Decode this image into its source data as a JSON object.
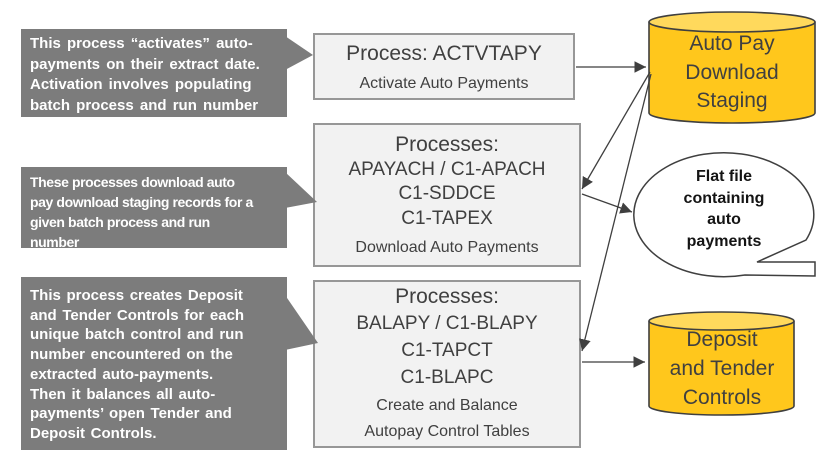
{
  "colors": {
    "callout_bg": "#7C7C7C",
    "callout_text": "#FFFFFF",
    "box_bg": "#F2F2F2",
    "box_border": "#979797",
    "cylinder_fill": "#FFC71C",
    "cylinder_top_fill": "#FFD95C",
    "outline": "#3F3F3F",
    "text_dark": "#404040",
    "bubble_fill": "#FFFFFF"
  },
  "callouts": [
    {
      "text": "This process “activates” auto-\npayments on their extract date.\nActivation involves populating\nbatch process and run number"
    },
    {
      "text": "These processes download  auto\npay download staging records for a\ngiven batch process and run\nnumber"
    },
    {
      "text": "This process creates Deposit\nand Tender Controls for each\nunique batch control and run\nnumber encountered on the\nextracted auto-payments.\nThen it balances all auto-\npayments’ open Tender and\nDeposit Controls."
    }
  ],
  "processes": [
    {
      "title": "Process: ACTVTAPY",
      "subtitle": "Activate Auto Payments"
    },
    {
      "title": "Processes:",
      "codes": "APAYACH / C1-APACH\nC1-SDDCE\nC1-TAPEX",
      "subtitle": "Download Auto Payments"
    },
    {
      "title": "Processes:",
      "codes": "BALAPY / C1-BLAPY\nC1-TAPCT\nC1-BLAPC",
      "subtitle": "Create and Balance\nAutopay Control Tables"
    }
  ],
  "datastores": [
    {
      "label": "Auto Pay\nDownload\nStaging"
    },
    {
      "label": "Deposit\nand Tender\nControls"
    }
  ],
  "flat_file": {
    "label": "Flat file\ncontaining\nauto\npayments"
  }
}
